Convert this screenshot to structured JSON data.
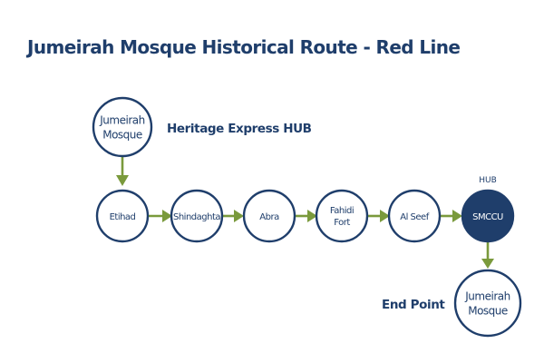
{
  "title": "Jumeirah Mosque Historical Route - Red Line",
  "colors": {
    "primary": "#1f3e6b",
    "arrow": "#7a9a3c",
    "background": "#ffffff"
  },
  "start": {
    "name_line1": "Jumeirah",
    "name_line2": "Mosque",
    "label": "Heritage Express HUB"
  },
  "stops": [
    {
      "line1": "Etihad",
      "line2": ""
    },
    {
      "line1": "Shindaghta",
      "line2": ""
    },
    {
      "line1": "Abra",
      "line2": ""
    },
    {
      "line1": "Fahidi",
      "line2": "Fort"
    },
    {
      "line1": "Al Seef",
      "line2": ""
    },
    {
      "line1": "SMCCU",
      "line2": ""
    }
  ],
  "hub_tag": "HUB",
  "end": {
    "name_line1": "Jumeirah",
    "name_line2": "Mosque",
    "label": "End Point"
  }
}
